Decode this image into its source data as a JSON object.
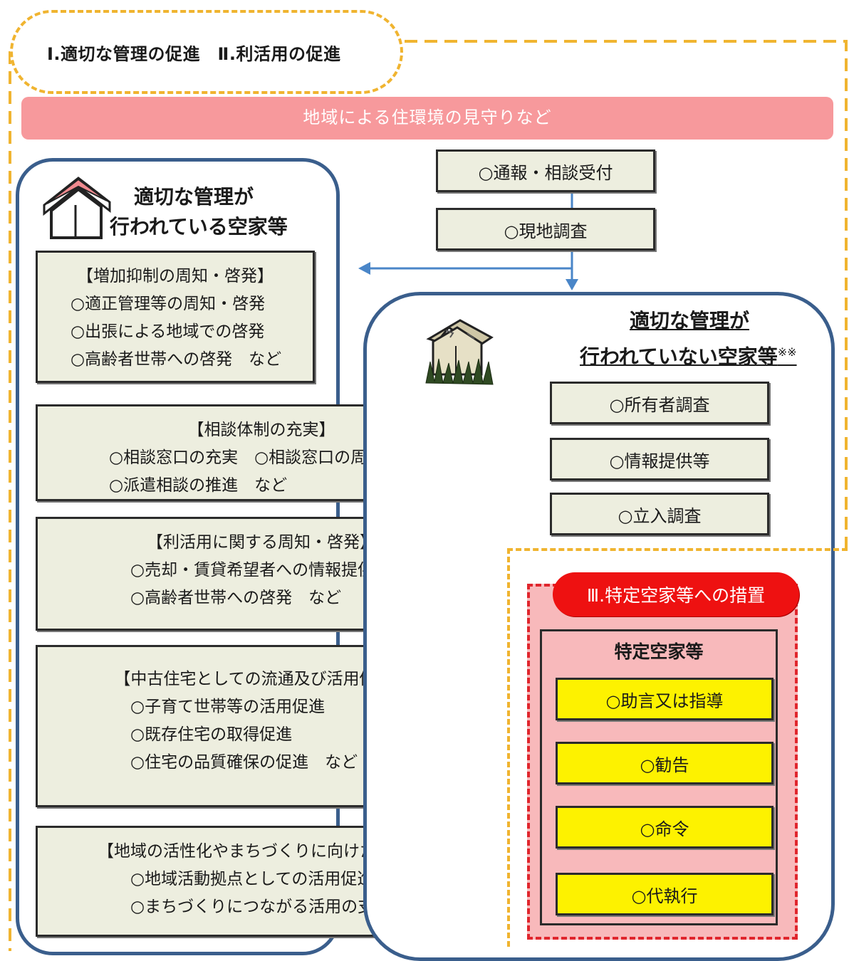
{
  "title": "Ⅰ.適切な管理の促進　Ⅱ.利活用の促進",
  "banner": "地域による住環境の見守りなど",
  "steps": [
    "○通報・相談受付",
    "○現地調査"
  ],
  "left_panel": {
    "heading_line1": "適切な管理が",
    "heading_line2": "行われている空家等",
    "boxes": [
      {
        "title": "【増加抑制の周知・啓発】",
        "lines": [
          "○適正管理等の周知・啓発",
          "○出張による地域での啓発",
          "○高齢者世帯への啓発　など"
        ]
      },
      {
        "title": "【相談体制の充実】",
        "lines": [
          "○相談窓口の充実　○相談窓口の周知",
          "○派遣相談の推進　など"
        ]
      },
      {
        "title": "【利活用に関する周知・啓発】",
        "lines": [
          "○売却・賃貸希望者への情報提供",
          "○高齢者世帯への啓発　など"
        ]
      },
      {
        "title": "【中古住宅としての流通及び活用促進】",
        "lines": [
          "○子育て世帯等の活用促進",
          "○既存住宅の取得促進",
          "○住宅の品質確保の促進　など"
        ]
      },
      {
        "title": "【地域の活性化やまちづくりに向けた活用】",
        "lines": [
          "○地域活動拠点としての活用促進",
          "○まちづくりにつながる活用の支援　など"
        ]
      }
    ]
  },
  "right_panel": {
    "heading_line1": "適切な管理が",
    "heading_line2": "行われていない空家等",
    "note_mark": "※※",
    "steps": [
      "○所有者調査",
      "○情報提供等",
      "○立入調査"
    ]
  },
  "measures": {
    "title": "Ⅲ.特定空家等への措置",
    "label": "特定空家等",
    "items": [
      "○助言又は指導",
      "○勧告",
      "○命令",
      "○代執行"
    ]
  },
  "colors": {
    "orange_dash": "#f0b430",
    "banner_pink": "#f7999c",
    "panel_blue": "#3a5e8c",
    "box_beige": "#edeedf",
    "measures_red": "#ee1111",
    "measures_pink": "#f8b9bb",
    "yellow": "#fdf200",
    "arrow_blue": "#4a86c8"
  },
  "icons": [
    "clean-house-icon",
    "abandoned-house-icon"
  ]
}
